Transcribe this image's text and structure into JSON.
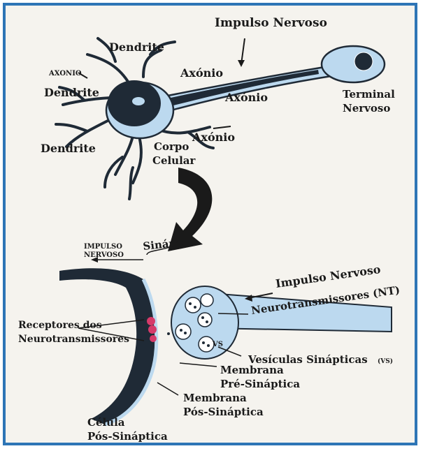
{
  "top": {
    "impulse_label": "Impulso Nervoso",
    "dendrite_top": "Dendrite",
    "axonio_small": "AXONIO",
    "axonio_arrow": "Axónio",
    "dendrite_left": "Dendrite",
    "axonio_mid": "Axónio",
    "terminal_line1": "Terminal",
    "terminal_line2": "Nervoso",
    "axonio_lower": "Axónio",
    "dendrite_bottom": "Dendrite",
    "corpo_line1": "Corpo",
    "corpo_line2": "Celular"
  },
  "bottom": {
    "impulso_line1": "IMPULSO",
    "impulso_line2": "NERVOSO",
    "sinapse": "Sinápse",
    "impulse_right": "Impulso Nervoso",
    "neurotransmissores": "Neurotransmissores (NT)",
    "receptores_line1": "Receptores dos",
    "receptores_line2": "Neurotransmissores",
    "vs_label": "VS",
    "vesiculas": "Vesículas Sinápticas",
    "vesiculas_abbr": "(VS)",
    "membrana_pre_line1": "Membrana",
    "membrana_pre_line2": "Pré-Sináptica",
    "membrana_pos_line1": "Membrana",
    "membrana_pos_line2": "Pós-Sináptica",
    "celula_line1": "Célula",
    "celula_line2": "Pós-Sináptica"
  },
  "colors": {
    "frame": "#2e75b6",
    "membrane": "#bcd9ef",
    "cell": "#1f2a36",
    "receptor": "#d63a6a"
  }
}
